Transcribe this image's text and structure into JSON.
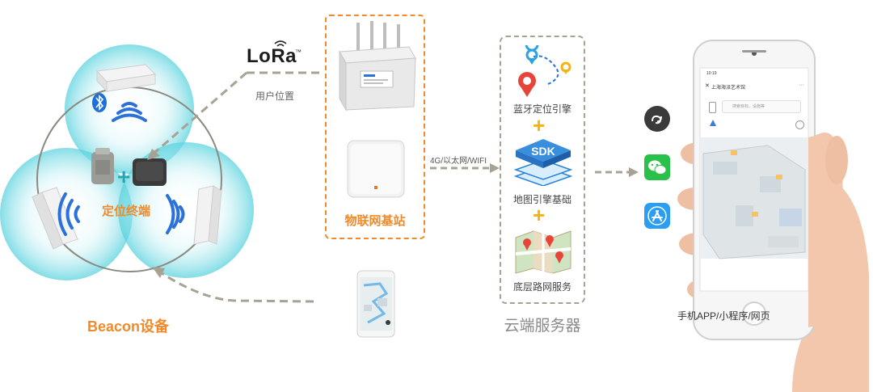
{
  "labels": {
    "lora": "LoRa",
    "lora_tm": "™",
    "user_position": "用户位置",
    "terminal": "定位终端",
    "beacon": "Beacon设备",
    "gateway": "物联网基站",
    "network": "4G/以太网/WIFI",
    "bt_engine": "蓝牙定位引擎",
    "map_engine": "地图引擎基础",
    "sdk": "SDK",
    "road_service": "底层路网服务",
    "cloud": "云端服务器",
    "clients": "手机APP/小程序/网页"
  },
  "phone": {
    "time": "10:19",
    "title": "上海海派艺术馆",
    "search_placeholder": "搜索目标、设施等"
  },
  "colors": {
    "accent_orange": "#f08a2a",
    "dashed_grey": "#a8a294",
    "beacon_glow": "#7fdde6"
  },
  "icons": [
    "bluetooth-icon",
    "signal-wave-icon",
    "mini-program-icon",
    "wechat-icon",
    "app-store-icon",
    "location-pin-icon",
    "sdk-stack-icon",
    "map-icon"
  ]
}
